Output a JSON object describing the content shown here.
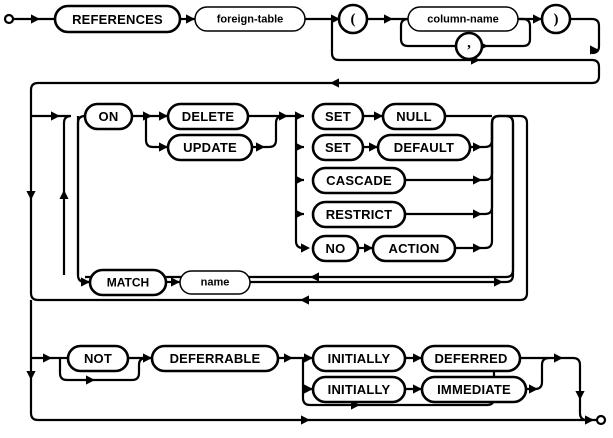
{
  "diagram": {
    "kind": "railroad-syntax-diagram",
    "title": "foreign-key-clause",
    "stroke_color": "#000000",
    "background_color": "#ffffff",
    "start_marker": "circle-start",
    "end_marker": "circle-end"
  },
  "nodes": {
    "references": {
      "label": "REFERENCES",
      "type": "terminal"
    },
    "foreign_table": {
      "label": "foreign-table",
      "type": "nonterminal"
    },
    "lparen": {
      "label": "(",
      "type": "terminal-punct"
    },
    "column_name": {
      "label": "column-name",
      "type": "nonterminal"
    },
    "comma": {
      "label": ",",
      "type": "terminal-punct"
    },
    "rparen": {
      "label": ")",
      "type": "terminal-punct"
    },
    "on": {
      "label": "ON",
      "type": "terminal"
    },
    "delete": {
      "label": "DELETE",
      "type": "terminal"
    },
    "update": {
      "label": "UPDATE",
      "type": "terminal"
    },
    "set1": {
      "label": "SET",
      "type": "terminal"
    },
    "null": {
      "label": "NULL",
      "type": "terminal"
    },
    "set2": {
      "label": "SET",
      "type": "terminal"
    },
    "default": {
      "label": "DEFAULT",
      "type": "terminal"
    },
    "cascade": {
      "label": "CASCADE",
      "type": "terminal"
    },
    "restrict": {
      "label": "RESTRICT",
      "type": "terminal"
    },
    "no": {
      "label": "NO",
      "type": "terminal"
    },
    "action": {
      "label": "ACTION",
      "type": "terminal"
    },
    "match": {
      "label": "MATCH",
      "type": "terminal"
    },
    "name": {
      "label": "name",
      "type": "nonterminal"
    },
    "not": {
      "label": "NOT",
      "type": "terminal"
    },
    "deferrable": {
      "label": "DEFERRABLE",
      "type": "terminal"
    },
    "initially1": {
      "label": "INITIALLY",
      "type": "terminal"
    },
    "deferred": {
      "label": "DEFERRED",
      "type": "terminal"
    },
    "initially2": {
      "label": "INITIALLY",
      "type": "terminal"
    },
    "immediate": {
      "label": "IMMEDIATE",
      "type": "terminal"
    }
  }
}
